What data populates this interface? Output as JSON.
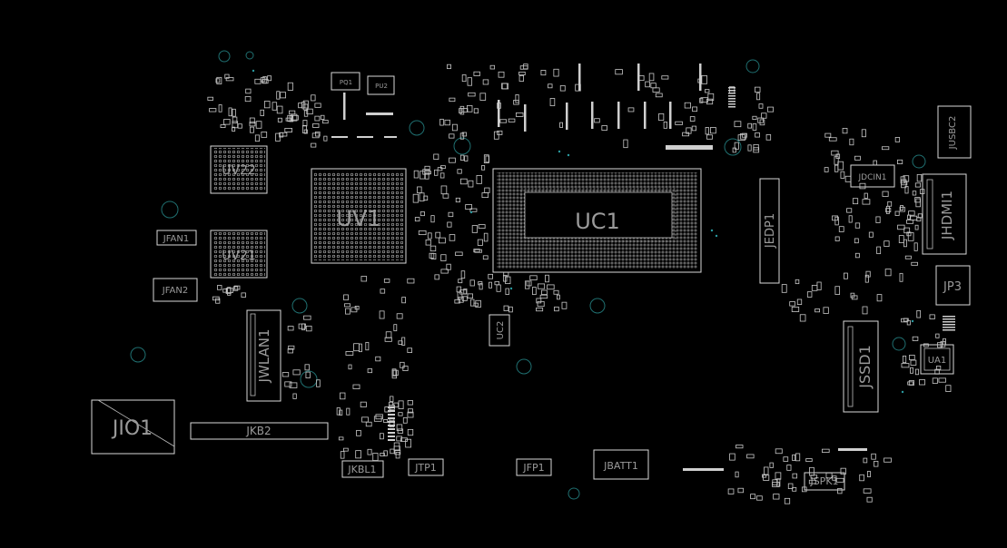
{
  "theme": {
    "background": "#000000",
    "outline": "#d8d8d8",
    "label": "#9a9a9a",
    "hole": "#1f6f70"
  },
  "components": {
    "uc1": "UC1",
    "uv1": "UV1",
    "uv22": "UV22",
    "uv21": "UV21",
    "jhdmi1": "JHDMI1",
    "jusbc2": "JUSBC2",
    "jdcin1": "JDCIN1",
    "jp3": "JP3",
    "jedp1": "JEDP1",
    "jssd1": "JSSD1",
    "ua1": "UA1",
    "jspk1": "JSPK1",
    "jbatt1": "JBATT1",
    "jfp1": "JFP1",
    "jtp1": "JTP1",
    "jkbl1": "JKBL1",
    "jkb2": "JKB2",
    "jio1": "JIO1",
    "jwlan1": "JWLAN1",
    "jfan1": "JFAN1",
    "jfan2": "JFAN2",
    "uc2": "UC2",
    "pq1": "PQ1",
    "pu2": "PU2"
  }
}
